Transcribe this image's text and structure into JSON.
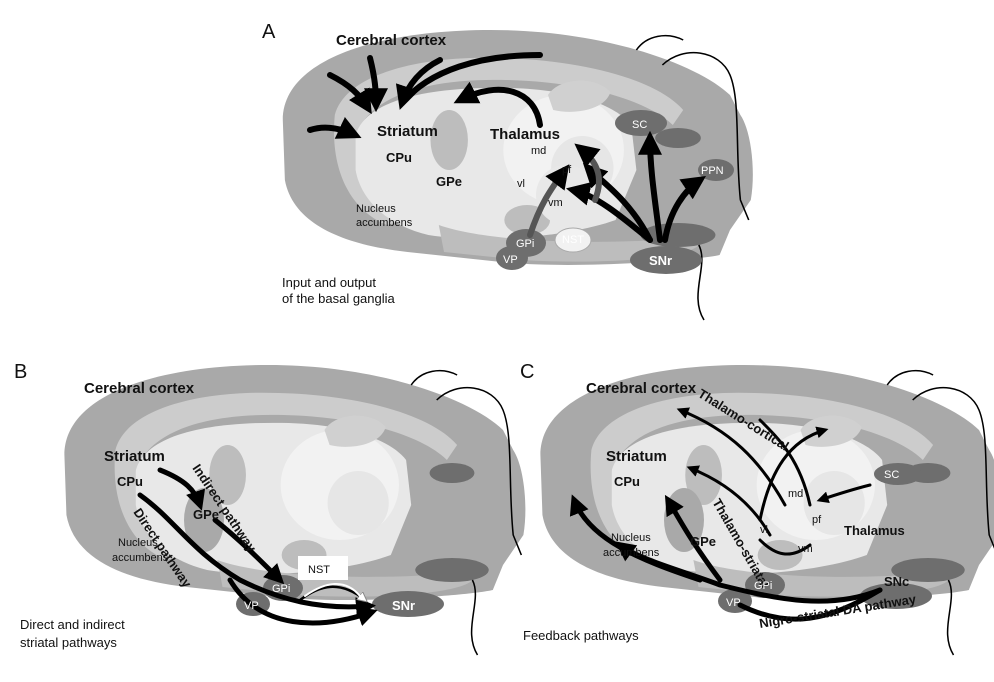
{
  "panels": {
    "a": {
      "letter": "A",
      "cortex": "Cerebral cortex",
      "striatum": "Striatum",
      "cpu": "CPu",
      "gpe": "GPe",
      "nacc_line1": "Nucleus",
      "nacc_line2": "accumbens",
      "thalamus": "Thalamus",
      "md": "md",
      "pf": "pf",
      "vl": "vl",
      "vm": "vm",
      "sc": "SC",
      "ppn": "PPN",
      "gpi": "GPi",
      "vp": "VP",
      "nst": "NST",
      "snr": "SNr",
      "caption_line1": "Input and output",
      "caption_line2": "of the basal ganglia"
    },
    "b": {
      "letter": "B",
      "cortex": "Cerebral cortex",
      "striatum": "Striatum",
      "cpu": "CPu",
      "gpe": "GPe",
      "nacc_line1": "Nucleus",
      "nacc_line2": "accumbens",
      "indirect": "Indirect pathway",
      "direct": "Direct pathway",
      "nst": "NST",
      "gpi": "GPi",
      "vp": "VP",
      "snr": "SNr",
      "caption_line1": "Direct and indirect",
      "caption_line2": "striatal pathways"
    },
    "c": {
      "letter": "C",
      "cortex": "Cerebral cortex",
      "thalamo_cortical": "Thalamo-cortical",
      "striatum": "Striatum",
      "cpu": "CPu",
      "md": "md",
      "pf": "pf",
      "vl": "vl",
      "vm": "vm",
      "sc": "SC",
      "thalamus": "Thalamus",
      "thalamo_striatal": "Thalamo-striatal",
      "nacc_line1": "Nucleus",
      "nacc_line2": "accumbens",
      "gpe": "GPe",
      "gpi": "GPi",
      "vp": "VP",
      "snc": "SNc",
      "nigro": "Nigro-striatal DA pathway",
      "caption": "Feedback pathways"
    }
  },
  "colors": {
    "outer": "#a9a9a9",
    "cortex_band": "#cccccc",
    "striatum_fill": "#e8e8e8",
    "deep": "#bdbdbd",
    "nucleus_dark": "#6e6e6e",
    "thalamus_fill": "#f2f2f2",
    "arrow": "#000000"
  }
}
